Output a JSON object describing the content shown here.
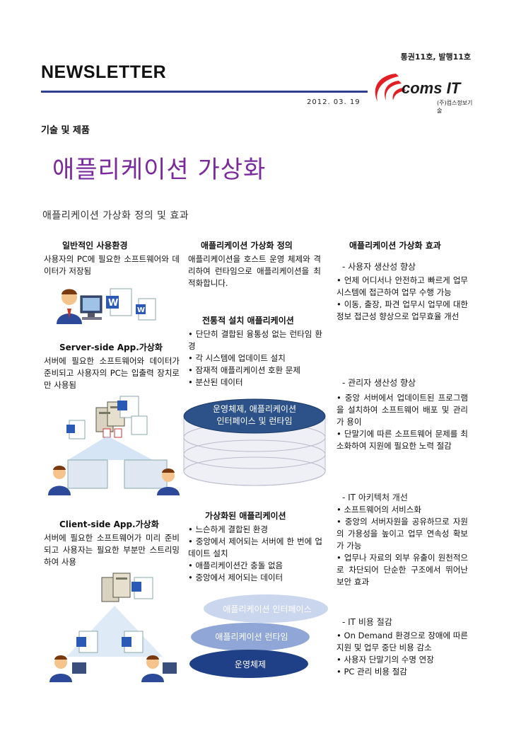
{
  "header": {
    "issue": "통권11호, 발행11호",
    "title": "NEWSLETTER",
    "date": "2012. 03. 19",
    "logo_text": "coms IT",
    "logo_sub": "(주)컴스정보기술"
  },
  "section_label": "기술 및 제품",
  "main_title": "애플리케이션 가상화",
  "subtitle": "애플리케이션 가상화 정의 및 효과",
  "col1": {
    "general_head": "일반적인 사용환경",
    "general_body": "사용자의 PC에 필요한 소프트웨어와 데이터가 저장됨",
    "server_head": "Server-side App.가상화",
    "server_body": "서버에 필요한 소프트웨어와 데이터가 준비되고 사용자의 PC는 입출력 장치로만 사용됨",
    "client_head": "Client-side App.가상화",
    "client_body": "서버에 필요한 소프트웨어가 미리 준비되고 사용자는 필요한 부분만 스트리밍하여 사용"
  },
  "col2": {
    "def_head": "애플리케이션 가상화 정의",
    "def_body": "애플리케이션을 호스트 운영 체제와 격리하여 런타임으로 애플리케이션을 최적화합니다.",
    "trad_head": "전통적 설치 애플리케이션",
    "trad_items": [
      "• 단단히 결합된 융통성 없는 런타임 환경",
      "• 각 시스템에 업데이트 설치",
      "• 잠재적 애플리케이션 호환 문제",
      "• 분산된 데이터"
    ],
    "cyl_label": "운영체제, 애플리케이션\n인터페이스 및 런타임",
    "virt_head": "가상화된 애플리케이션",
    "virt_items": [
      "• 느슨하게 결합된 환경",
      "• 중앙에서 제어되는 서버에 한 번에 업데이트 설치",
      "• 애플리케이션간 충돌 없음",
      "• 중앙에서 제어되는 데이터"
    ],
    "stack": [
      "애플리케이션 인터페이스",
      "애플리케이션 런타임",
      "운영체제"
    ]
  },
  "col3": {
    "effect_head": "애플리케이션 가상화 효과",
    "groups": [
      {
        "title": "- 사용자 생산성 향상",
        "items": [
          "• 언제 어디서나 안전하고 빠르게 업무 시스템에 접근하여 업무 수행 가능",
          "• 이동, 출장, 파견 업무시 업무에 대한 정보 접근성 향상으로 업무효율 개선"
        ]
      },
      {
        "title": "- 관리자 생산성 향상",
        "items": [
          "• 중앙 서버에서 업데이트된 프로그램을 설치하여 소프트웨어 배포 및 관리가 용이",
          "• 단말기에 따른 소프트웨어 문제를 최소화하여 지원에 필요한 노력 절감"
        ]
      },
      {
        "title": "- IT 아키텍처 개선",
        "items": [
          "• 소프트웨어의 서비스화",
          "• 중앙의 서버자원을 공유하므로 자원의 가용성을 높이고 업무 연속성 확보가 가능",
          "• 업무나 자료의 외부 유출이 원천적으로 차단되어 단순한 구조에서 뛰어난 보안 효과"
        ]
      },
      {
        "title": "- IT 비용 절감",
        "items": [
          "• On Demand 환경으로 장애에 따른 지원 및 업무 중단 비용 감소",
          "• 사용자 단말기의 수명 연장",
          "• PC 관리 비용 절감"
        ]
      }
    ]
  }
}
